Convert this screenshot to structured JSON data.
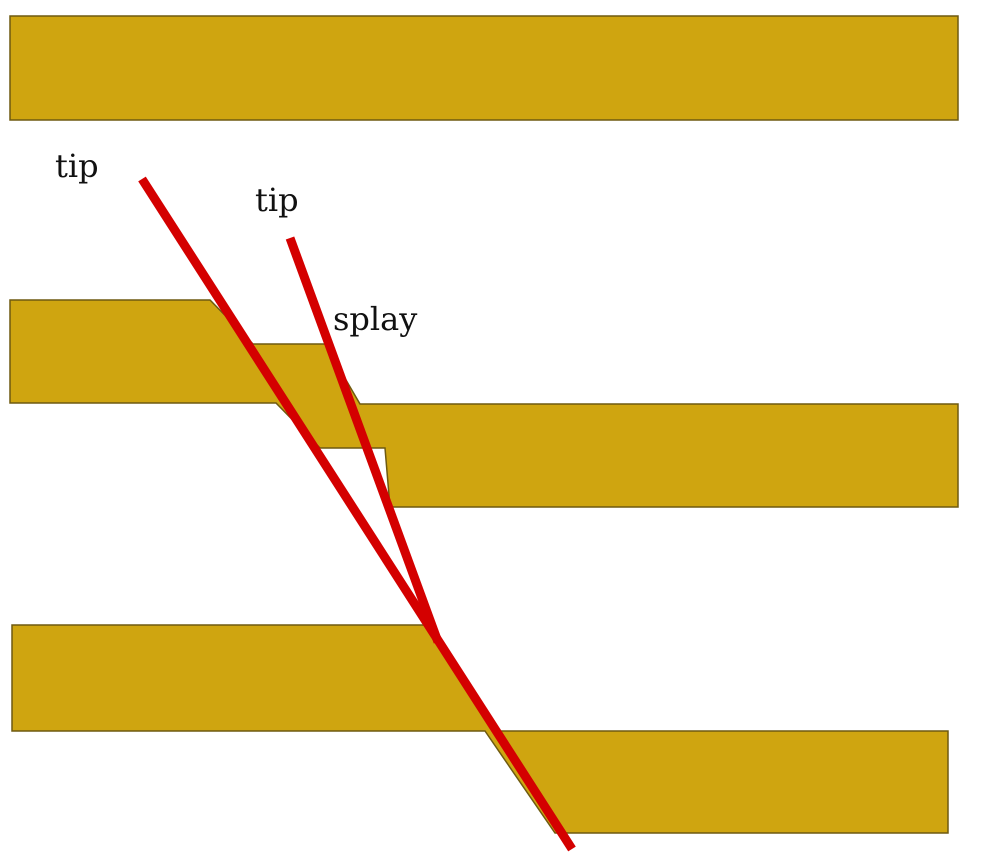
{
  "labels": {
    "tip_left": "tip",
    "tip_right": "tip",
    "splay": "splay"
  },
  "colors": {
    "background": "#ffffff",
    "layer_fill": "#cfa510",
    "layer_stroke": "#6e5a10",
    "fault_line": "#d40000",
    "label_text": "#111111"
  }
}
